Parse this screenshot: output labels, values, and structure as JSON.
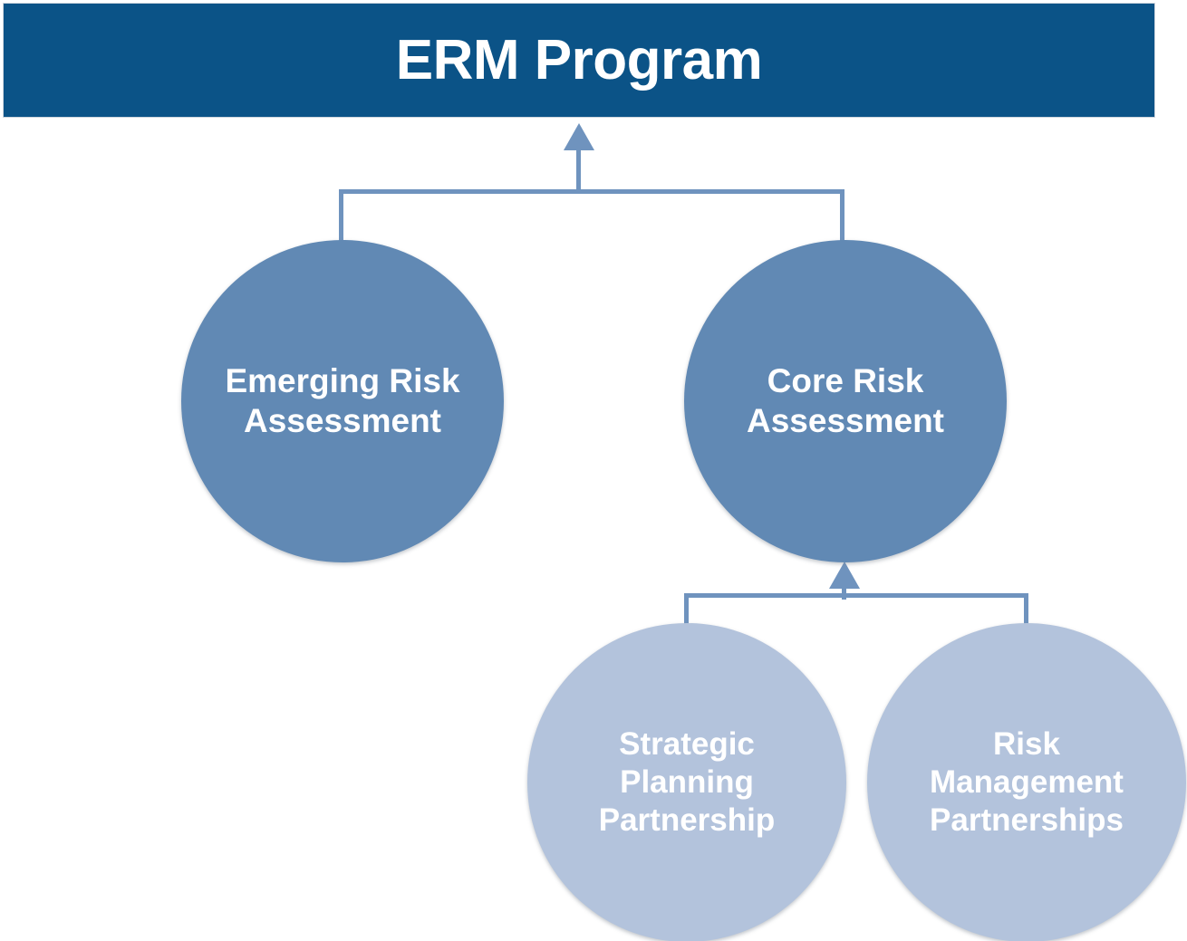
{
  "header": {
    "title": "ERM Program",
    "background_color": "#0B5387",
    "text_color": "#FFFFFF"
  },
  "palette": {
    "header_blue": "#0B5387",
    "node_mid_blue": "#6189B4",
    "node_light_blue": "#B3C3DC",
    "connector_blue": "#6F93BE",
    "page_background": "#FFFFFF",
    "label_text": "#FFFFFF"
  },
  "diagram": {
    "type": "hierarchy",
    "root": "ERM Program",
    "nodes": [
      {
        "id": "emerging-risk-assessment",
        "label": "Emerging Risk\nAssessment",
        "tone": "mid",
        "level": 1,
        "parent": "ERM Program"
      },
      {
        "id": "core-risk-assessment",
        "label": "Core Risk\nAssessment",
        "tone": "mid",
        "level": 1,
        "parent": "ERM Program"
      },
      {
        "id": "strategic-planning-partnership",
        "label": "Strategic\nPlanning\nPartnership",
        "tone": "light",
        "level": 2,
        "parent": "Core Risk Assessment"
      },
      {
        "id": "risk-management-partnerships",
        "label": "Risk\nManagement\nPartnerships",
        "tone": "light",
        "level": 2,
        "parent": "Core Risk Assessment"
      }
    ],
    "connectors": [
      {
        "id": "connector-to-erm-program",
        "from": [
          "emerging-risk-assessment",
          "core-risk-assessment"
        ],
        "to": "ERM Program",
        "arrow": "up"
      },
      {
        "id": "connector-to-core-risk",
        "from": [
          "strategic-planning-partnership",
          "risk-management-partnerships"
        ],
        "to": "core-risk-assessment",
        "arrow": "up"
      }
    ]
  }
}
